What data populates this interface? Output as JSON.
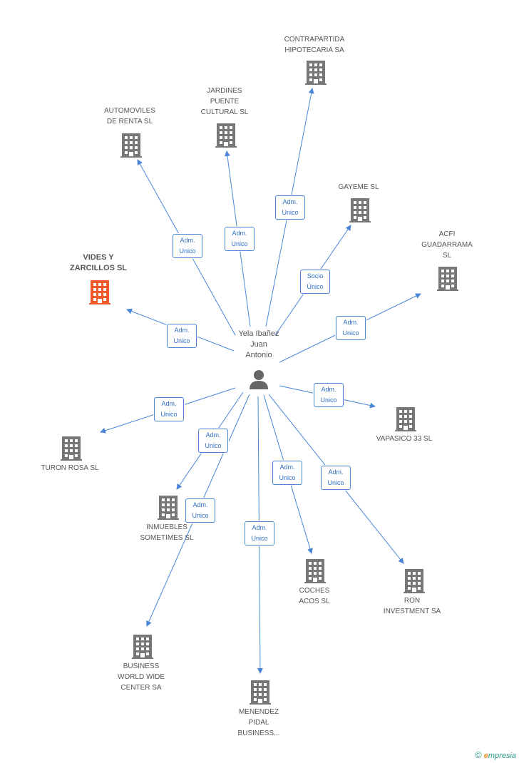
{
  "center": {
    "name": "Yela Ibañez\nJuan\nAntonio",
    "icon": "person-icon"
  },
  "colors": {
    "line": "#4a86d8",
    "building": "#777777",
    "highlight": "#f05a28"
  },
  "nodes": [
    {
      "id": "contrapartida",
      "label": "CONTRAPARTIDA\nHIPOTECARIA SA",
      "role": "Adm.\nUnico",
      "highlight": false
    },
    {
      "id": "jardines",
      "label": "JARDINES\nPUENTE\nCULTURAL SL",
      "role": "Adm.\nUnico",
      "highlight": false
    },
    {
      "id": "automoviles",
      "label": "AUTOMOVILES\nDE RENTA SL",
      "role": "Adm.\nUnico",
      "highlight": false
    },
    {
      "id": "gayeme",
      "label": "GAYEME SL",
      "role": "Socio\nÚnico",
      "highlight": false
    },
    {
      "id": "acfi",
      "label": "ACFI\nGUADARRAMA\nSL",
      "role": "Adm.\nUnico",
      "highlight": false
    },
    {
      "id": "vides",
      "label": "VIDES Y\nZARCILLOS SL",
      "role": "Adm.\nUnico",
      "highlight": true
    },
    {
      "id": "vapasico",
      "label": "VAPASICO 33 SL",
      "role": "Adm.\nUnico",
      "highlight": false
    },
    {
      "id": "turon",
      "label": "TURON ROSA SL",
      "role": "Adm.\nUnico",
      "highlight": false
    },
    {
      "id": "inmuebles",
      "label": "INMUEBLES\nSOMETIMES SL",
      "role": "Adm.\nUnico",
      "highlight": false
    },
    {
      "id": "business",
      "label": "BUSINESS\nWORLD WIDE\nCENTER SA",
      "role": "Adm.\nUnico",
      "highlight": false
    },
    {
      "id": "menendez",
      "label": "MENENDEZ\nPIDAL\nBUSINESS...",
      "role": "Adm.\nUnico",
      "highlight": false
    },
    {
      "id": "coches",
      "label": "COCHES\nACOS SL",
      "role": "Adm.\nUnico",
      "highlight": false
    },
    {
      "id": "ron",
      "label": "RON\nINVESTMENT SA",
      "role": "Adm.\nUnico",
      "highlight": false
    }
  ],
  "footer": {
    "copyright": "©",
    "brand_e": "e",
    "brand_rest": "mpresia"
  }
}
